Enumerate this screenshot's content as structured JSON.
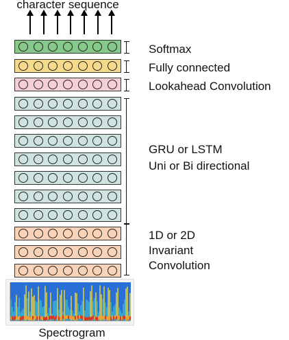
{
  "header": {
    "title": "character sequence"
  },
  "footer": {
    "input_label": "Spectrogram"
  },
  "colors": {
    "softmax": "#86c98a",
    "fully_connected": "#f6d98a",
    "lookahead": "#f5cfd6",
    "recurrent": "#cfe3e0",
    "convolution": "#f8d3b8"
  },
  "groups": [
    {
      "id": "softmax",
      "label": "Softmax"
    },
    {
      "id": "fully_connected",
      "label": "Fully connected"
    },
    {
      "id": "lookahead",
      "label": "Lookahead Convolution"
    },
    {
      "id": "recurrent",
      "label_line1": "GRU or LSTM",
      "label_line2": "Uni or Bi directional"
    },
    {
      "id": "convolution",
      "label_line1": "1D or 2D",
      "label_line2": "Invariant",
      "label_line3": "Convolution"
    }
  ]
}
